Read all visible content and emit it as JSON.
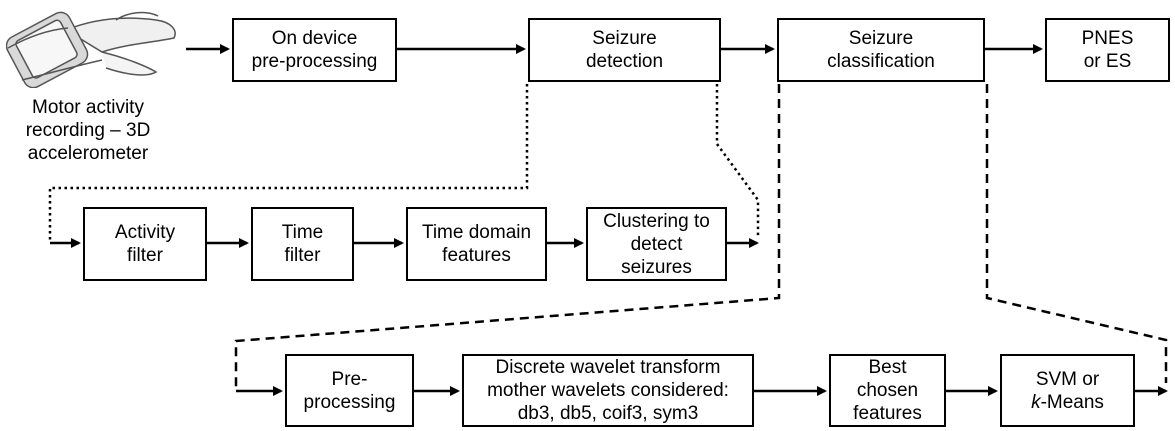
{
  "device_caption": "Motor activity\nrecording – 3D\naccelerometer",
  "main_row": {
    "preproc": "On device\npre-processing",
    "detection": "Seizure\ndetection",
    "classification": "Seizure\nclassification",
    "output": "PNES\nor ES"
  },
  "detection_row": {
    "activity_filter": "Activity\nfilter",
    "time_filter": "Time\nfilter",
    "time_domain": "Time domain\nfeatures",
    "clustering": "Clustering to\ndetect\nseizures"
  },
  "classification_row": {
    "pre": "Pre-\nprocessing",
    "dwt": "Discrete wavelet transform\nmother wavelets considered:\ndb3, db5, coif3, sym3",
    "best": "Best\nchosen\nfeatures",
    "svm_prefix": "SVM or",
    "svm_k": "k",
    "svm_suffix": "-Means"
  }
}
